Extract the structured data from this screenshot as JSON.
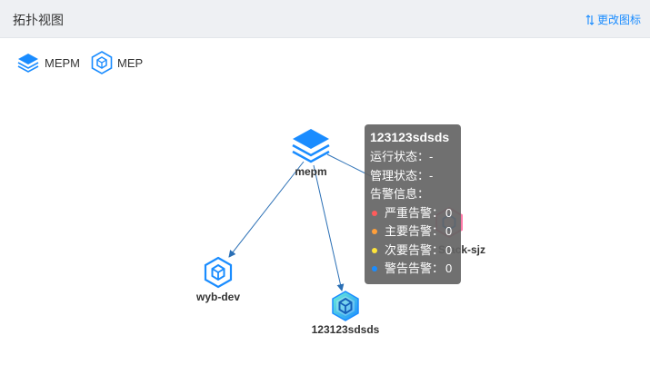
{
  "header": {
    "title": "拓扑视图",
    "change_icon_label": "更改图标"
  },
  "legend": [
    {
      "label": "MEPM",
      "icon": "layers-stack-icon"
    },
    {
      "label": "MEP",
      "icon": "hexagon-cube-icon"
    }
  ],
  "nodes": {
    "mepm": {
      "label": "mepm",
      "icon": "layers-stack-icon"
    },
    "wyb": {
      "label": "wyb-dev",
      "icon": "hexagon-cube-icon"
    },
    "sd": {
      "label": "123123sdsds",
      "icon": "hexagon-cube-icon",
      "selected": true
    },
    "stack": {
      "label": "Stack-sjz",
      "icon": "hexagon-cube-icon"
    }
  },
  "tooltip": {
    "title": "123123sdsds",
    "run_status": "运行状态：-",
    "manage_status": "管理状态：-",
    "alarm_info": "告警信息：",
    "alarms": [
      {
        "label": "严重告警：",
        "value": "0",
        "color": "#ff5b5b"
      },
      {
        "label": "主要告警：",
        "value": "0",
        "color": "#ff9f3a"
      },
      {
        "label": "次要告警：",
        "value": "0",
        "color": "#ffe53a"
      },
      {
        "label": "警告告警：",
        "value": "0",
        "color": "#1a8cff"
      }
    ]
  },
  "colors": {
    "accent": "#1a8cff",
    "edge": "#2a6fb5",
    "tooltip_bg": "#646464"
  }
}
